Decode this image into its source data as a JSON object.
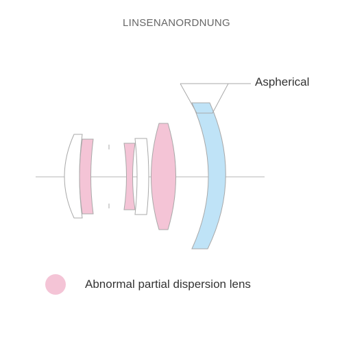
{
  "diagram": {
    "title": "LINSENANORDNUNG",
    "aspherical_label": "Aspherical",
    "legend": {
      "label": "Abnormal partial dispersion lens"
    },
    "colors": {
      "abnormal_dispersion": "#f4c4d6",
      "aspherical": "#bfe3f7",
      "outline": "#a8a8a8",
      "axis": "#b5b5b5"
    },
    "elements": [
      {
        "id": "element-1",
        "type": "plain"
      },
      {
        "id": "element-2",
        "type": "abnormal-partial-dispersion"
      },
      {
        "id": "element-3",
        "type": "abnormal-partial-dispersion"
      },
      {
        "id": "element-4",
        "type": "plain"
      },
      {
        "id": "element-5",
        "type": "abnormal-partial-dispersion"
      },
      {
        "id": "element-6",
        "type": "aspherical"
      }
    ]
  }
}
